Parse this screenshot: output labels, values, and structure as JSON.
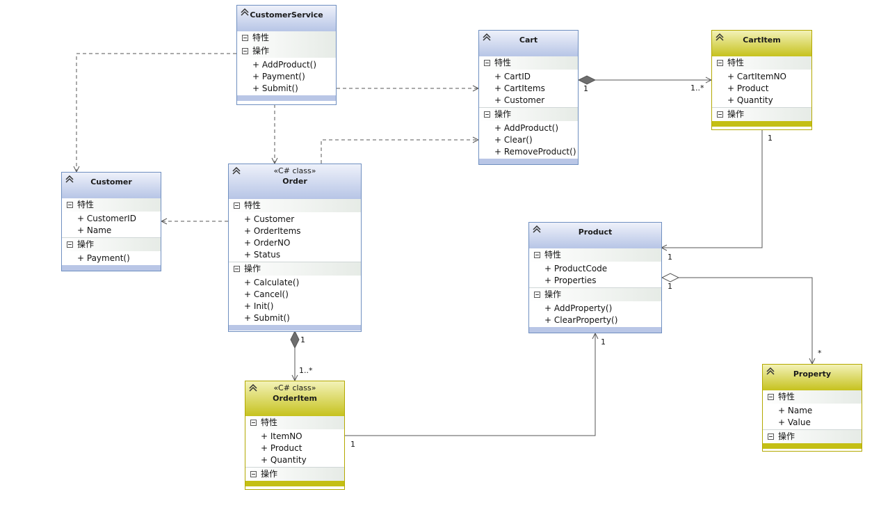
{
  "sections": {
    "attributes": "特性",
    "operations": "操作"
  },
  "classes": {
    "customerservice": {
      "name": "CustomerService",
      "operations": [
        "AddProduct()",
        "Payment()",
        "Submit()"
      ]
    },
    "cart": {
      "name": "Cart",
      "attributes": [
        "CartID",
        "CartItems",
        "Customer"
      ],
      "operations": [
        "AddProduct()",
        "Clear()",
        "RemoveProduct()"
      ]
    },
    "cartitem": {
      "name": "CartItem",
      "attributes": [
        "CartItemNO",
        "Product",
        "Quantity"
      ]
    },
    "customer": {
      "name": "Customer",
      "attributes": [
        "CustomerID",
        "Name"
      ],
      "operations": [
        "Payment()"
      ]
    },
    "order": {
      "stereotype": "«C# class»",
      "name": "Order",
      "attributes": [
        "Customer",
        "OrderItems",
        "OrderNO",
        "Status"
      ],
      "operations": [
        "Calculate()",
        "Cancel()",
        "Init()",
        "Submit()"
      ]
    },
    "product": {
      "name": "Product",
      "attributes": [
        "ProductCode",
        "Properties"
      ],
      "operations": [
        "AddProperty()",
        "ClearProperty()"
      ]
    },
    "orderitem": {
      "stereotype": "«C# class»",
      "name": "OrderItem",
      "attributes": [
        "ItemNO",
        "Product",
        "Quantity"
      ]
    },
    "property": {
      "name": "Property",
      "attributes": [
        "Name",
        "Value"
      ]
    }
  },
  "multiplicities": {
    "cart_side": "1",
    "cartitems_side": "1..*",
    "cartitem_to_product_source": "1",
    "cartitem_to_product_target": "1",
    "product_side": "1",
    "properties_side": "*",
    "order_side": "1",
    "orderitems_side": "1..*",
    "orderitem_side": "1",
    "orderitem_product_target": "1"
  },
  "colors": {
    "blue_border": "#6f8fc0",
    "yellow_border": "#b3a800",
    "line": "#666666"
  }
}
